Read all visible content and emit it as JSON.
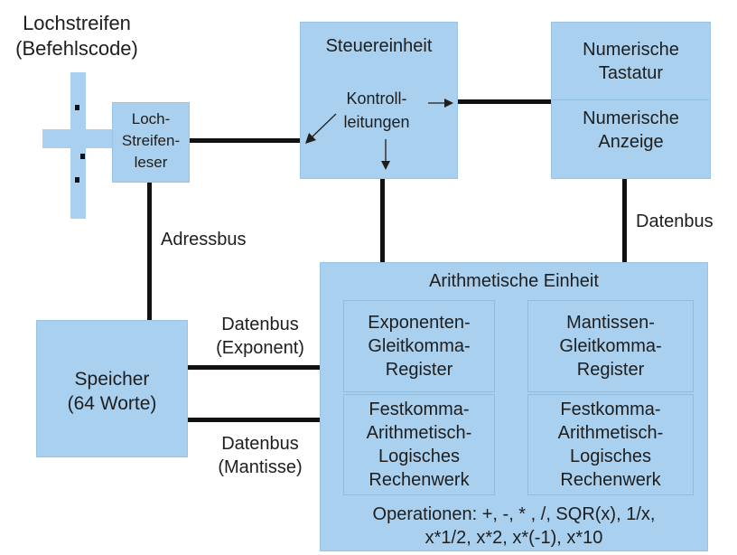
{
  "colors": {
    "block_fill": "#a9d0ee",
    "bus_line": "#111111"
  },
  "tape": {
    "title": "Lochstreifen\n(Befehlscode)"
  },
  "reader": {
    "label": "Loch-\nStreifen-\nleser"
  },
  "control_unit": {
    "title": "Steuereinheit",
    "control_lines": "Kontroll-\nleitungen"
  },
  "io_unit": {
    "keyboard": "Numerische\nTastatur",
    "display": "Numerische\nAnzeige"
  },
  "memory": {
    "label": "Speicher\n(64 Worte)"
  },
  "alu": {
    "title": "Arithmetische Einheit",
    "exp_register": "Exponenten-\nGleitkomma-\nRegister",
    "man_register": "Mantissen-\nGleitkomma-\nRegister",
    "exp_alu": "Festkomma-\nArithmetisch-\nLogisches\nRechenwerk",
    "man_alu": "Festkomma-\nArithmetisch-\nLogisches\nRechenwerk",
    "operations": "Operationen: +, -, * , /, SQR(x), 1/x,\nx*1/2, x*2, x*(-1), x*10"
  },
  "buses": {
    "address_bus": "Adressbus",
    "data_bus_io": "Datenbus",
    "data_bus_exponent": "Datenbus\n(Exponent)",
    "data_bus_mantissa": "Datenbus\n(Mantisse)"
  }
}
